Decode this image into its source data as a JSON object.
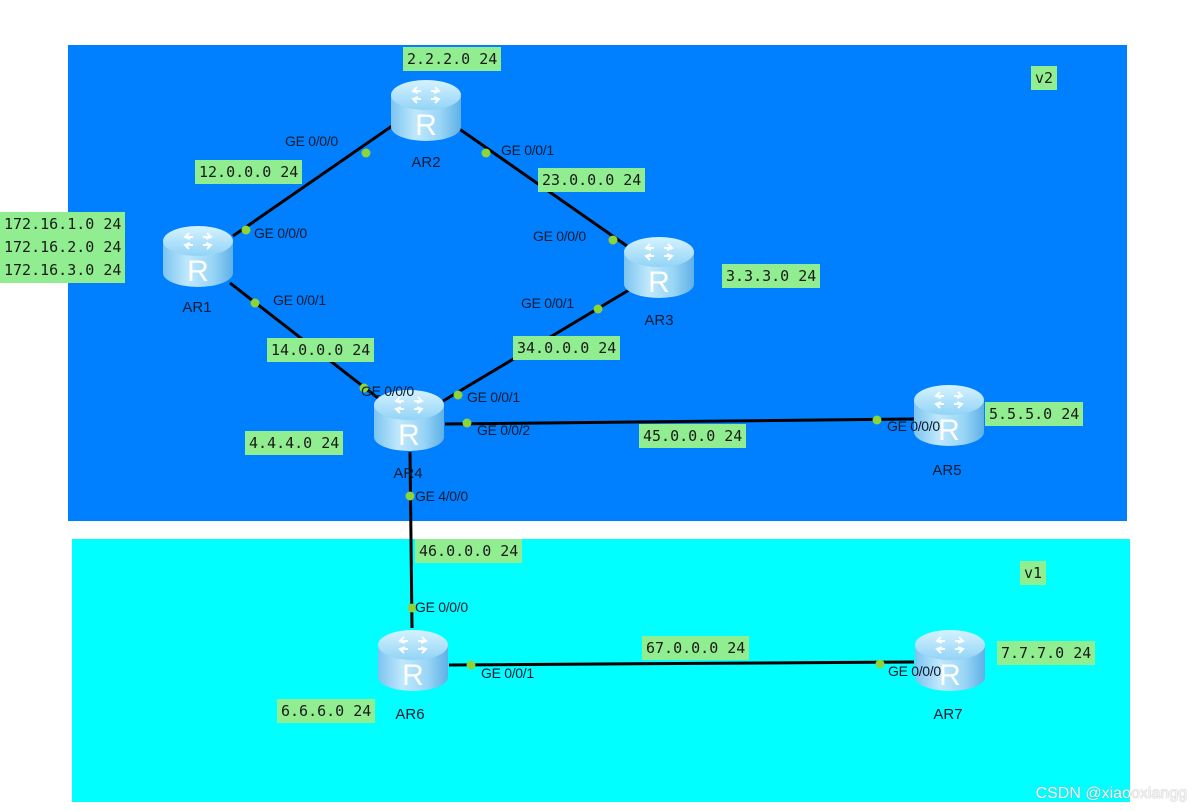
{
  "colors": {
    "area_v2": "#0080ff",
    "area_v1": "#00ffff",
    "label_bg": "#90ee90",
    "link": "#000000",
    "port_dot": "#8cd43a"
  },
  "areas": [
    {
      "id": "v2",
      "label": "v2"
    },
    {
      "id": "v1",
      "label": "v1"
    }
  ],
  "routers": [
    {
      "id": "AR1",
      "label": "AR1",
      "icon": "router-icon"
    },
    {
      "id": "AR2",
      "label": "AR2",
      "icon": "router-icon"
    },
    {
      "id": "AR3",
      "label": "AR3",
      "icon": "router-icon"
    },
    {
      "id": "AR4",
      "label": "AR4",
      "icon": "router-icon"
    },
    {
      "id": "AR5",
      "label": "AR5",
      "icon": "router-icon"
    },
    {
      "id": "AR6",
      "label": "AR6",
      "icon": "router-icon"
    },
    {
      "id": "AR7",
      "label": "AR7",
      "icon": "router-icon"
    }
  ],
  "networks": {
    "ar1_loopbacks": "172.16.1.0 24\n172.16.2.0 24\n172.16.3.0 24",
    "ar2_loopback": "2.2.2.0 24",
    "ar3_loopback": "3.3.3.0 24",
    "ar4_loopback": "4.4.4.0 24",
    "ar5_loopback": "5.5.5.0 24",
    "ar6_loopback": "6.6.6.0 24",
    "ar7_loopback": "7.7.7.0 24",
    "link_12": "12.0.0.0 24",
    "link_23": "23.0.0.0 24",
    "link_14": "14.0.0.0 24",
    "link_34": "34.0.0.0 24",
    "link_45": "45.0.0.0 24",
    "link_46": "46.0.0.0 24",
    "link_67": "67.0.0.0 24"
  },
  "links": [
    {
      "from": "AR1",
      "from_port": "GE 0/0/0",
      "to": "AR2",
      "to_port": "GE 0/0/0",
      "network": "12.0.0.0 24"
    },
    {
      "from": "AR2",
      "from_port": "GE 0/0/1",
      "to": "AR3",
      "to_port": "GE 0/0/0",
      "network": "23.0.0.0 24"
    },
    {
      "from": "AR1",
      "from_port": "GE 0/0/1",
      "to": "AR4",
      "to_port": "GE 0/0/0",
      "network": "14.0.0.0 24"
    },
    {
      "from": "AR3",
      "from_port": "GE 0/0/1",
      "to": "AR4",
      "to_port": "GE 0/0/1",
      "network": "34.0.0.0 24"
    },
    {
      "from": "AR4",
      "from_port": "GE 0/0/2",
      "to": "AR5",
      "to_port": "GE 0/0/0",
      "network": "45.0.0.0 24"
    },
    {
      "from": "AR4",
      "from_port": "GE 4/0/0",
      "to": "AR6",
      "to_port": "GE 0/0/0",
      "network": "46.0.0.0 24"
    },
    {
      "from": "AR6",
      "from_port": "GE 0/0/1",
      "to": "AR7",
      "to_port": "GE 0/0/0",
      "network": "67.0.0.0 24"
    }
  ],
  "ports": {
    "ar1_g000": "GE 0/0/0",
    "ar1_g001": "GE 0/0/1",
    "ar2_g000": "GE 0/0/0",
    "ar2_g001": "GE 0/0/1",
    "ar3_g000": "GE 0/0/0",
    "ar3_g001": "GE 0/0/1",
    "ar4_g000": "GE 0/0/0",
    "ar4_g001": "GE 0/0/1",
    "ar4_g002": "GE 0/0/2",
    "ar4_g400": "GE 4/0/0",
    "ar5_g000": "GE 0/0/0",
    "ar6_g000": "GE 0/0/0",
    "ar6_g001": "GE 0/0/1",
    "ar7_g000": "GE 0/0/0"
  },
  "watermark": "CSDN @xiaooxiangg"
}
